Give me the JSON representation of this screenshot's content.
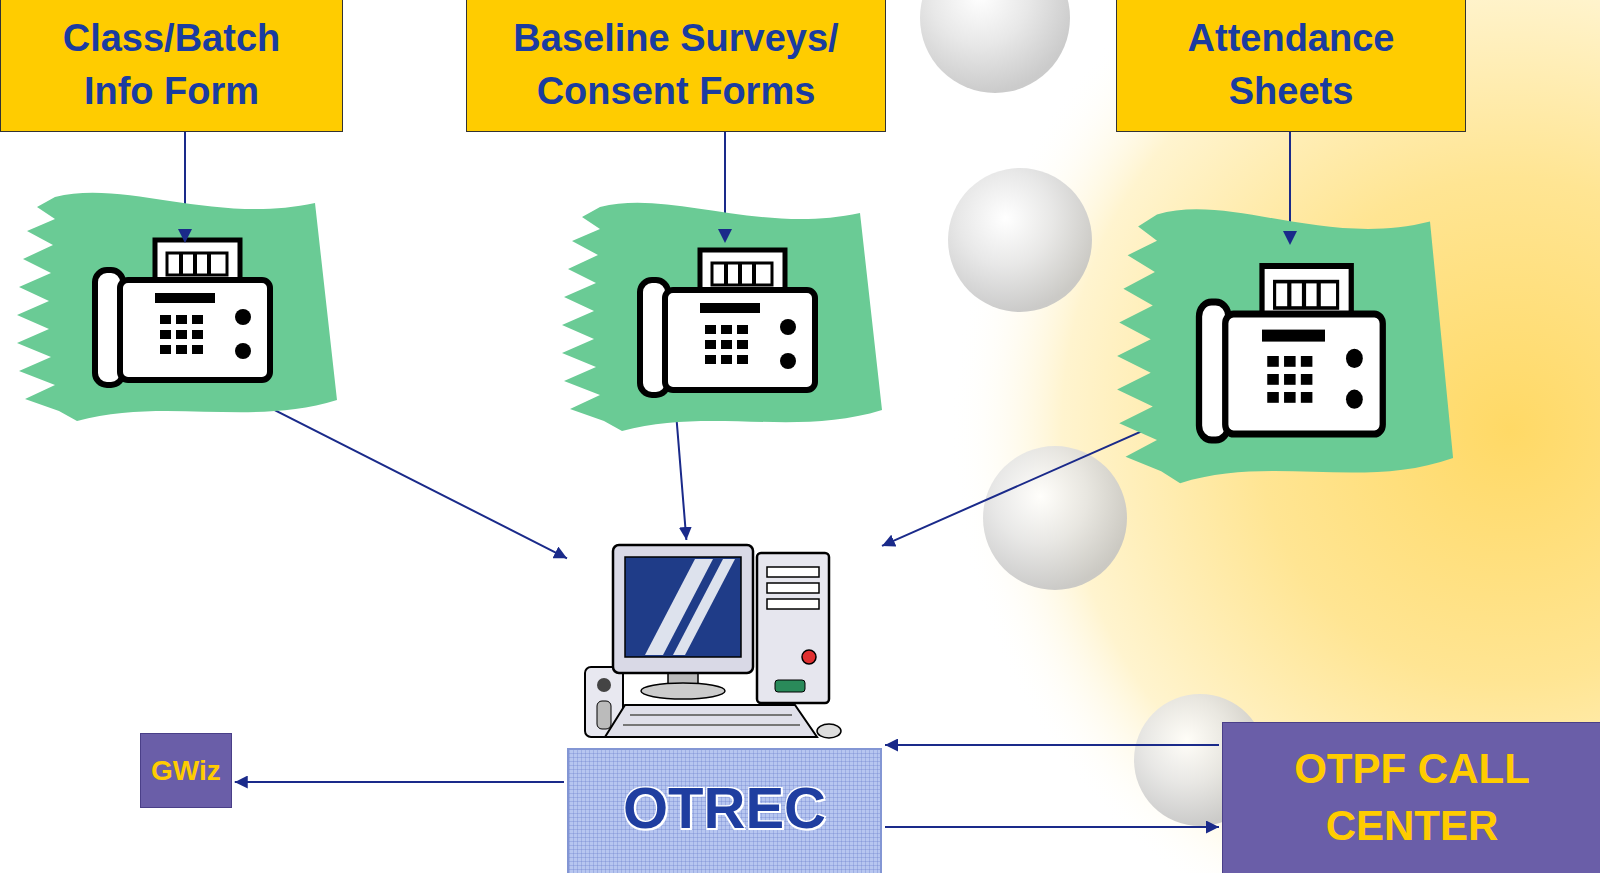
{
  "diagram": {
    "nodes": [
      {
        "text": [
          "Class/Batch Info Form"
        ]
      },
      {
        "text": [
          "Baseline Surveys/ Consent Forms"
        ]
      },
      {
        "text": [
          "Attendance Sheets"
        ]
      },
      {
        "text": [
          "GWiz"
        ]
      },
      {
        "text": [
          "OTREC"
        ]
      },
      {
        "text": [
          "OTPF CALL CENTER"
        ]
      }
    ],
    "edges": [
      {
        "from": 0,
        "to": 4,
        "arrow": "to"
      },
      {
        "from": 1,
        "to": 4,
        "arrow": "to"
      },
      {
        "from": 2,
        "to": 4,
        "arrow": "to"
      },
      {
        "from": 4,
        "to": 3,
        "arrow": "to"
      },
      {
        "from": 5,
        "to": 4,
        "arrow": "to"
      },
      {
        "from": 4,
        "to": 5,
        "arrow": "to"
      }
    ]
  }
}
